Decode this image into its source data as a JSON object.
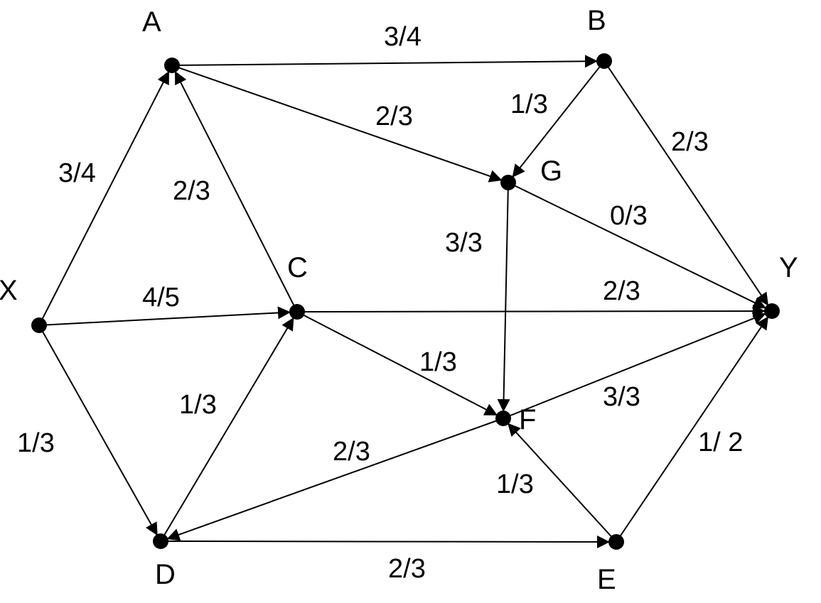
{
  "graph": {
    "colors": {
      "ink": "#000000",
      "background": "#ffffff"
    },
    "nodes": [
      {
        "id": "X",
        "label": "X"
      },
      {
        "id": "A",
        "label": "A"
      },
      {
        "id": "B",
        "label": "B"
      },
      {
        "id": "G",
        "label": "G"
      },
      {
        "id": "C",
        "label": "C"
      },
      {
        "id": "Y",
        "label": "Y"
      },
      {
        "id": "F",
        "label": "F"
      },
      {
        "id": "D",
        "label": "D"
      },
      {
        "id": "E",
        "label": "E"
      }
    ],
    "edges": [
      {
        "id": "A-B",
        "from": "A",
        "to": "B",
        "label": "3/4"
      },
      {
        "id": "A-G",
        "from": "A",
        "to": "G",
        "label": "2/3"
      },
      {
        "id": "B-G",
        "from": "B",
        "to": "G",
        "label": "1/3"
      },
      {
        "id": "B-Y",
        "from": "B",
        "to": "Y",
        "label": "2/3"
      },
      {
        "id": "X-A",
        "from": "X",
        "to": "A",
        "label": "3/4"
      },
      {
        "id": "C-A",
        "from": "C",
        "to": "A",
        "label": "2/3"
      },
      {
        "id": "G-Y",
        "from": "G",
        "to": "Y",
        "label": "0/3"
      },
      {
        "id": "G-F",
        "from": "G",
        "to": "F",
        "label": "3/3"
      },
      {
        "id": "X-C",
        "from": "X",
        "to": "C",
        "label": "4/5"
      },
      {
        "id": "C-Y",
        "from": "C",
        "to": "Y",
        "label": "2/3"
      },
      {
        "id": "C-F",
        "from": "C",
        "to": "F",
        "label": "1/3"
      },
      {
        "id": "F-Y",
        "from": "F",
        "to": "Y",
        "label": "3/3"
      },
      {
        "id": "D-C",
        "from": "D",
        "to": "C",
        "label": "1/3"
      },
      {
        "id": "X-D",
        "from": "X",
        "to": "D",
        "label": "1/3"
      },
      {
        "id": "F-D",
        "from": "F",
        "to": "D",
        "label": "2/3"
      },
      {
        "id": "E-F",
        "from": "E",
        "to": "F",
        "label": "1/3"
      },
      {
        "id": "E-Y",
        "from": "E",
        "to": "Y",
        "label": "1/ 2"
      },
      {
        "id": "D-E",
        "from": "D",
        "to": "E",
        "label": "2/3"
      }
    ]
  }
}
